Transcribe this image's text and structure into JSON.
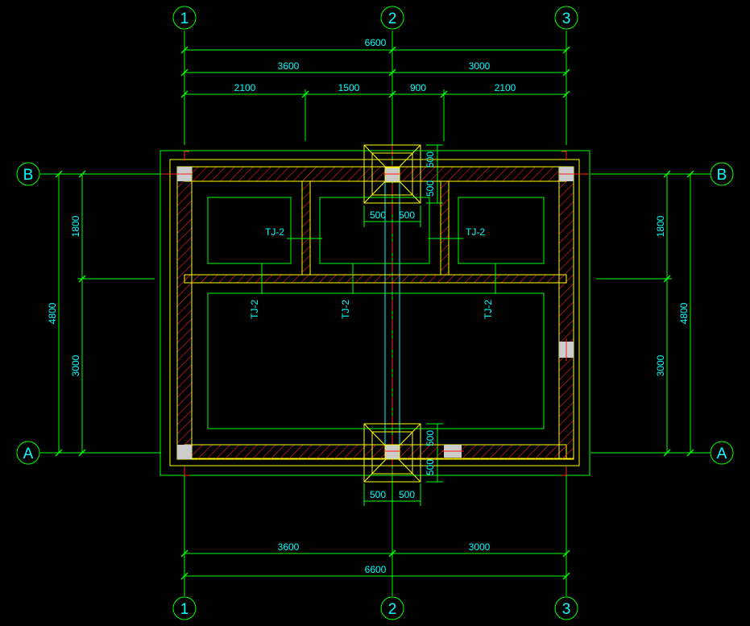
{
  "grid": {
    "vertical": [
      "1",
      "2",
      "3"
    ],
    "horizontal": [
      "B",
      "A"
    ]
  },
  "dims": {
    "top_overall": "6600",
    "top_span_1_2": "3600",
    "top_span_2_3": "3000",
    "top_sub_1": "2100",
    "top_sub_2": "1500",
    "top_sub_3": "900",
    "top_sub_4": "2100",
    "bottom_span_1_2": "3600",
    "bottom_span_2_3": "3000",
    "bottom_overall": "6600",
    "left_overall": "4800",
    "left_upper": "1800",
    "left_lower": "3000",
    "right_overall": "4800",
    "right_upper": "1800",
    "right_lower": "3000",
    "pier_top_left": "500",
    "pier_top_right": "500",
    "pier_top_v1": "500",
    "pier_top_v2": "500",
    "pier_bottom_left": "500",
    "pier_bottom_right": "500",
    "pier_bottom_v1": "500",
    "pier_bottom_v2": "500"
  },
  "labels": {
    "tj_left": "TJ-2",
    "tj_right": "TJ-2",
    "tj_v1": "TJ-2",
    "tj_v2": "TJ-2",
    "tj_v3": "TJ-2"
  },
  "colors": {
    "background": "#000000",
    "dimension": "#00ff00",
    "outline": "#ffff00",
    "hatch": "#ff2020",
    "text": "#00ffff"
  }
}
